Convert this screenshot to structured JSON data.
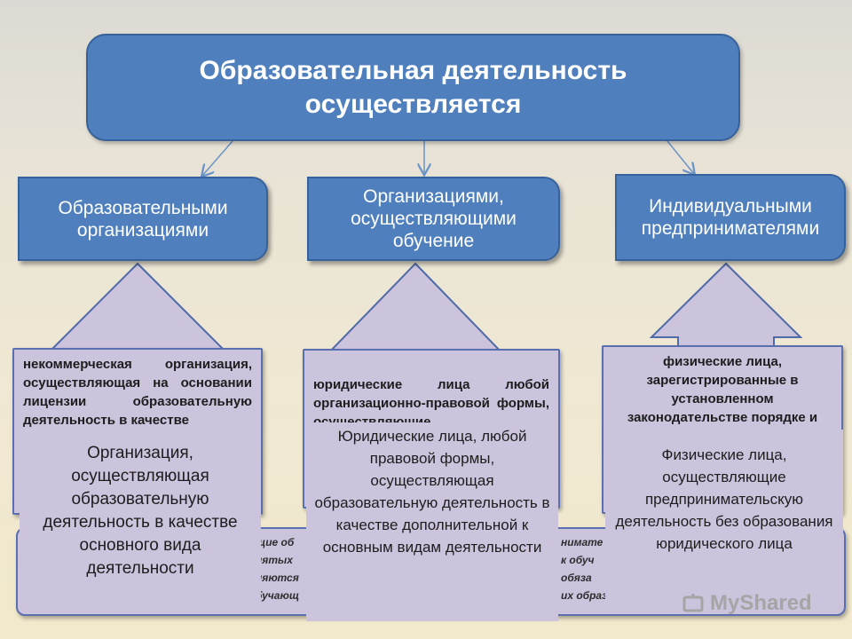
{
  "title": "Образовательная деятельность осуществляется",
  "columns": [
    {
      "header": "Образовательными организациями",
      "description": "некоммерческая организация, осуществляющая на основании лицензии образовательную деятельность в качестве",
      "overlay": "Организация, осуществляющая образовательную деятельность в качестве основного вида деятельности"
    },
    {
      "header": "Организациями, осуществляющими обучение",
      "description": "юридические лица любой организационно-правовой формы, осуществляющие",
      "overlay": "Юридические лица, любой правовой формы, осуществляющая образовательную деятельность в качестве дополнительной к основным видам деятельности"
    },
    {
      "header": "Индивидуальными предпринимателями",
      "description": "физические лица, зарегистрированные в установленном законодательстве порядке и",
      "overlay": "Физические лица, осуществляющие предпринимательскую деятельность без образования юридического лица"
    }
  ],
  "bottom_fragments": {
    "left_1": "щие  об",
    "left_2": "нятых",
    "left_3": "няются",
    "left_4": "бучающ",
    "right_1": "нимате",
    "right_2": "к  обуч",
    "right_3": "обяза",
    "right_4": "их образ"
  },
  "watermark": "MyShared"
}
